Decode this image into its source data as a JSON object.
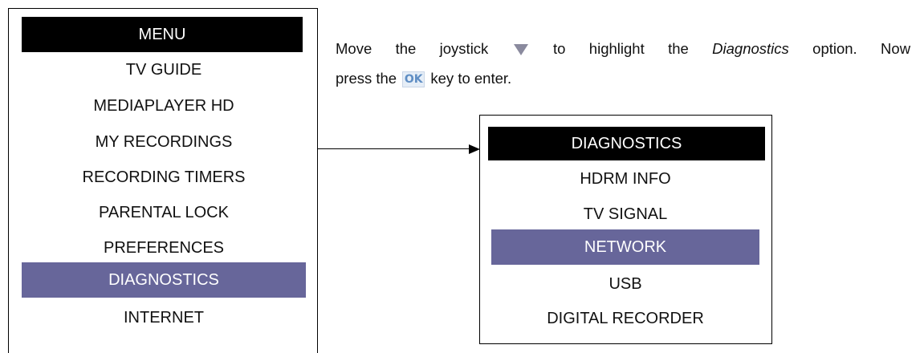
{
  "menu": {
    "title": "MENU",
    "items": [
      {
        "label": "TV GUIDE"
      },
      {
        "label": "MEDIAPLAYER HD"
      },
      {
        "label": "MY RECORDINGS"
      },
      {
        "label": "RECORDING TIMERS"
      },
      {
        "label": "PARENTAL LOCK"
      },
      {
        "label": "PREFERENCES"
      },
      {
        "label": "DIAGNOSTICS",
        "selected": true
      },
      {
        "label": "INTERNET"
      }
    ]
  },
  "instruction": {
    "part1": "Move the joystick",
    "part2": "to highlight the",
    "emphasis": "Diagnostics",
    "part3": "option.  Now",
    "part4": "press the",
    "ok_key": "OK",
    "part5": "key to enter.",
    "joystick_icon": "joystick-down-arrow-icon"
  },
  "diagnostics": {
    "title": "DIAGNOSTICS",
    "items": [
      {
        "label": "HDRM INFO"
      },
      {
        "label": "TV SIGNAL"
      },
      {
        "label": "NETWORK",
        "selected": true
      },
      {
        "label": "USB"
      },
      {
        "label": "DIGITAL RECORDER"
      }
    ]
  },
  "colors": {
    "highlight": "#67669a",
    "title_bar": "#000000"
  }
}
